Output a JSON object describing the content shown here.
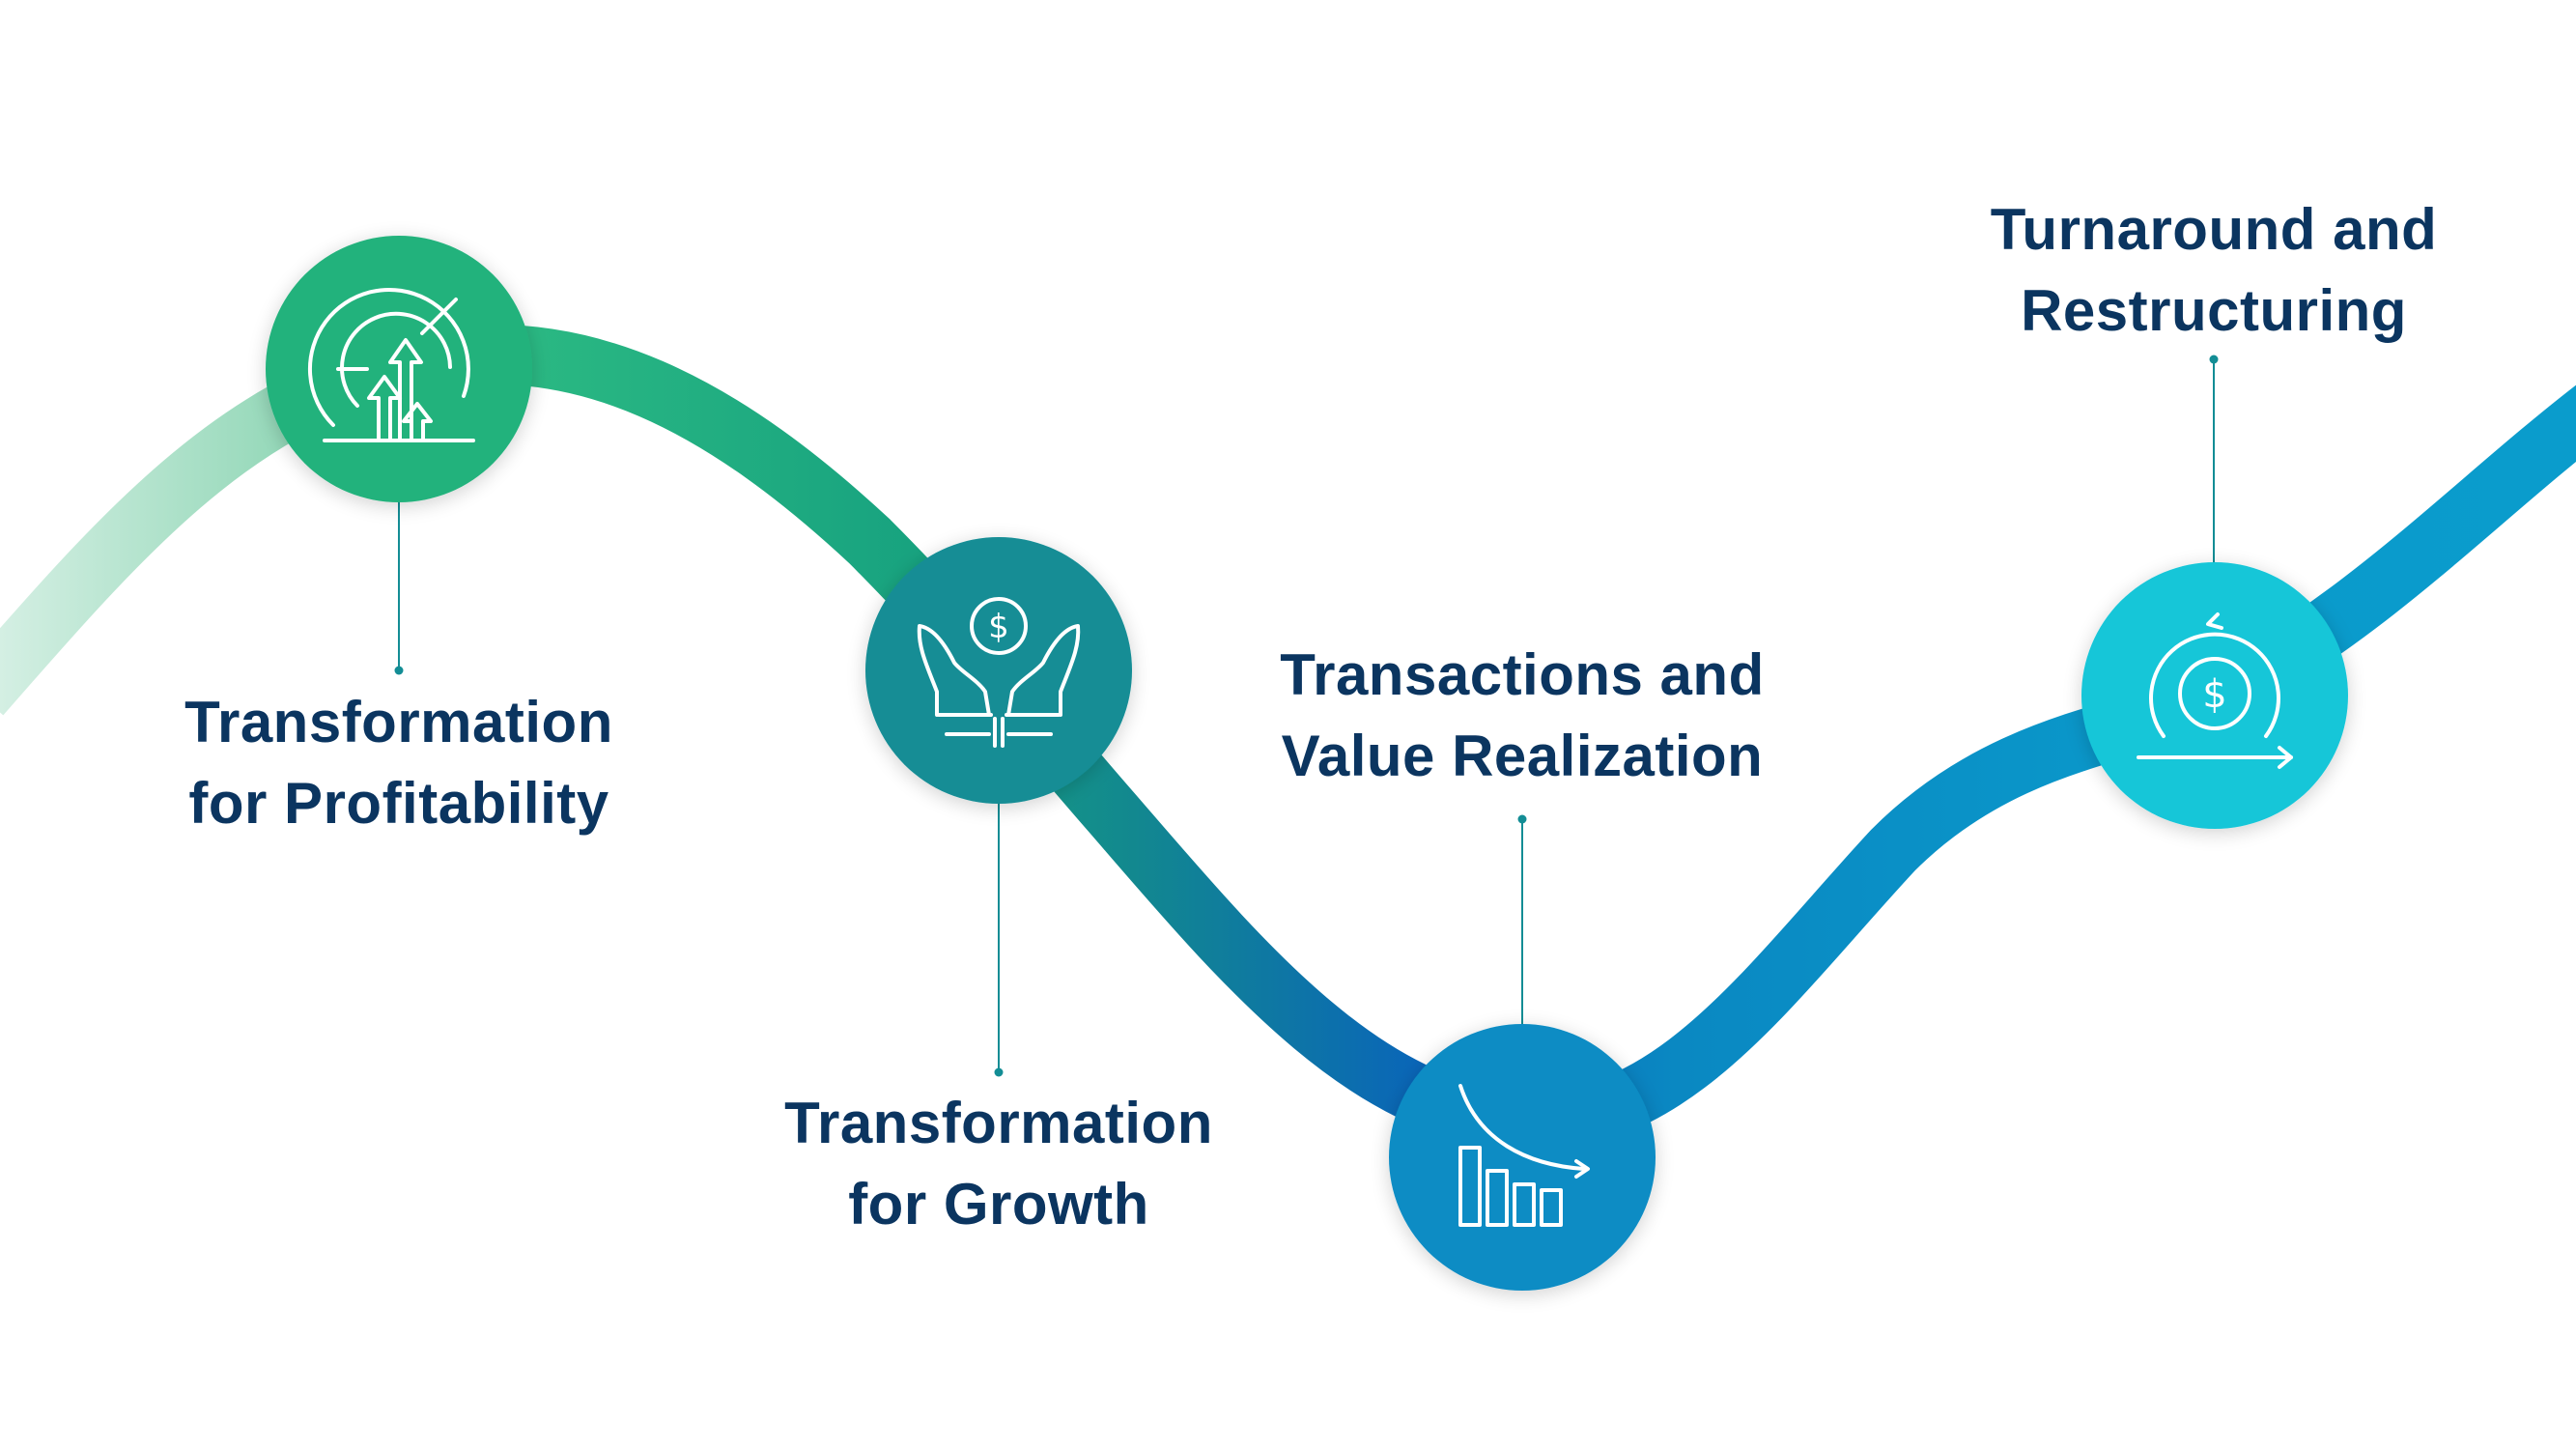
{
  "stages": [
    {
      "id": "profitability",
      "line1": "Transformation",
      "line2": "for Profitability",
      "icon": "target-arrows-icon",
      "color": "#22b27c"
    },
    {
      "id": "growth",
      "line1": "Transformation",
      "line2": "for Growth",
      "icon": "hands-dollar-icon",
      "color": "#138d95"
    },
    {
      "id": "transactions",
      "line1": "Transactions and",
      "line2": "Value Realization",
      "icon": "declining-bars-icon",
      "color": "#0a8cc4"
    },
    {
      "id": "turnaround",
      "line1": "Turnaround and",
      "line2": "Restructuring",
      "icon": "dollar-cycle-icon",
      "color": "#14c6d8"
    }
  ],
  "colors": {
    "text": "#0b3560",
    "connector": "#138d95",
    "curve_start": "#a9e0c8",
    "curve_green": "#22b27c",
    "curve_teal": "#138d95",
    "curve_blue": "#0a66b8",
    "curve_end": "#0a9ccc"
  }
}
